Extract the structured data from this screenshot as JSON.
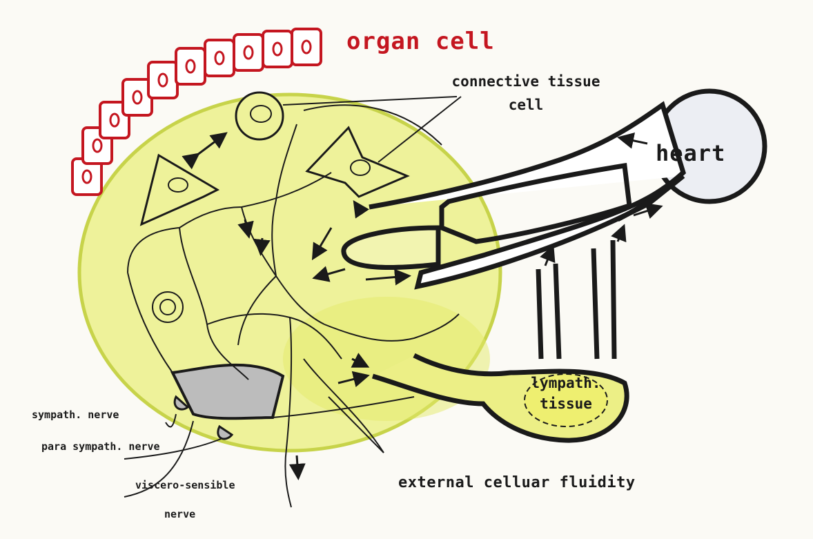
{
  "labels": {
    "organ_cell": "organ cell",
    "connective_line1": "connective tissue",
    "connective_line2": "cell",
    "heart": "heart",
    "lymph_line1": "lympath.",
    "lymph_line2": "tissue",
    "sympath": "sympath. nerve",
    "parasympath": "para sympath. nerve",
    "viscero": "viscero-sensible",
    "nerve": "nerve",
    "external": "external celluar fluidity"
  },
  "colors": {
    "organ_cell_red": "#c41620",
    "fluid_yellow_green": "#e8ec8a",
    "outline_dark": "#1a1a1a",
    "vessel_fill": "#ffffff",
    "heart_fill": "#eceef3",
    "nerve_gray": "#bcbcbc"
  },
  "icons": [
    "double-arrow-icon",
    "flow-arrow-icon"
  ]
}
